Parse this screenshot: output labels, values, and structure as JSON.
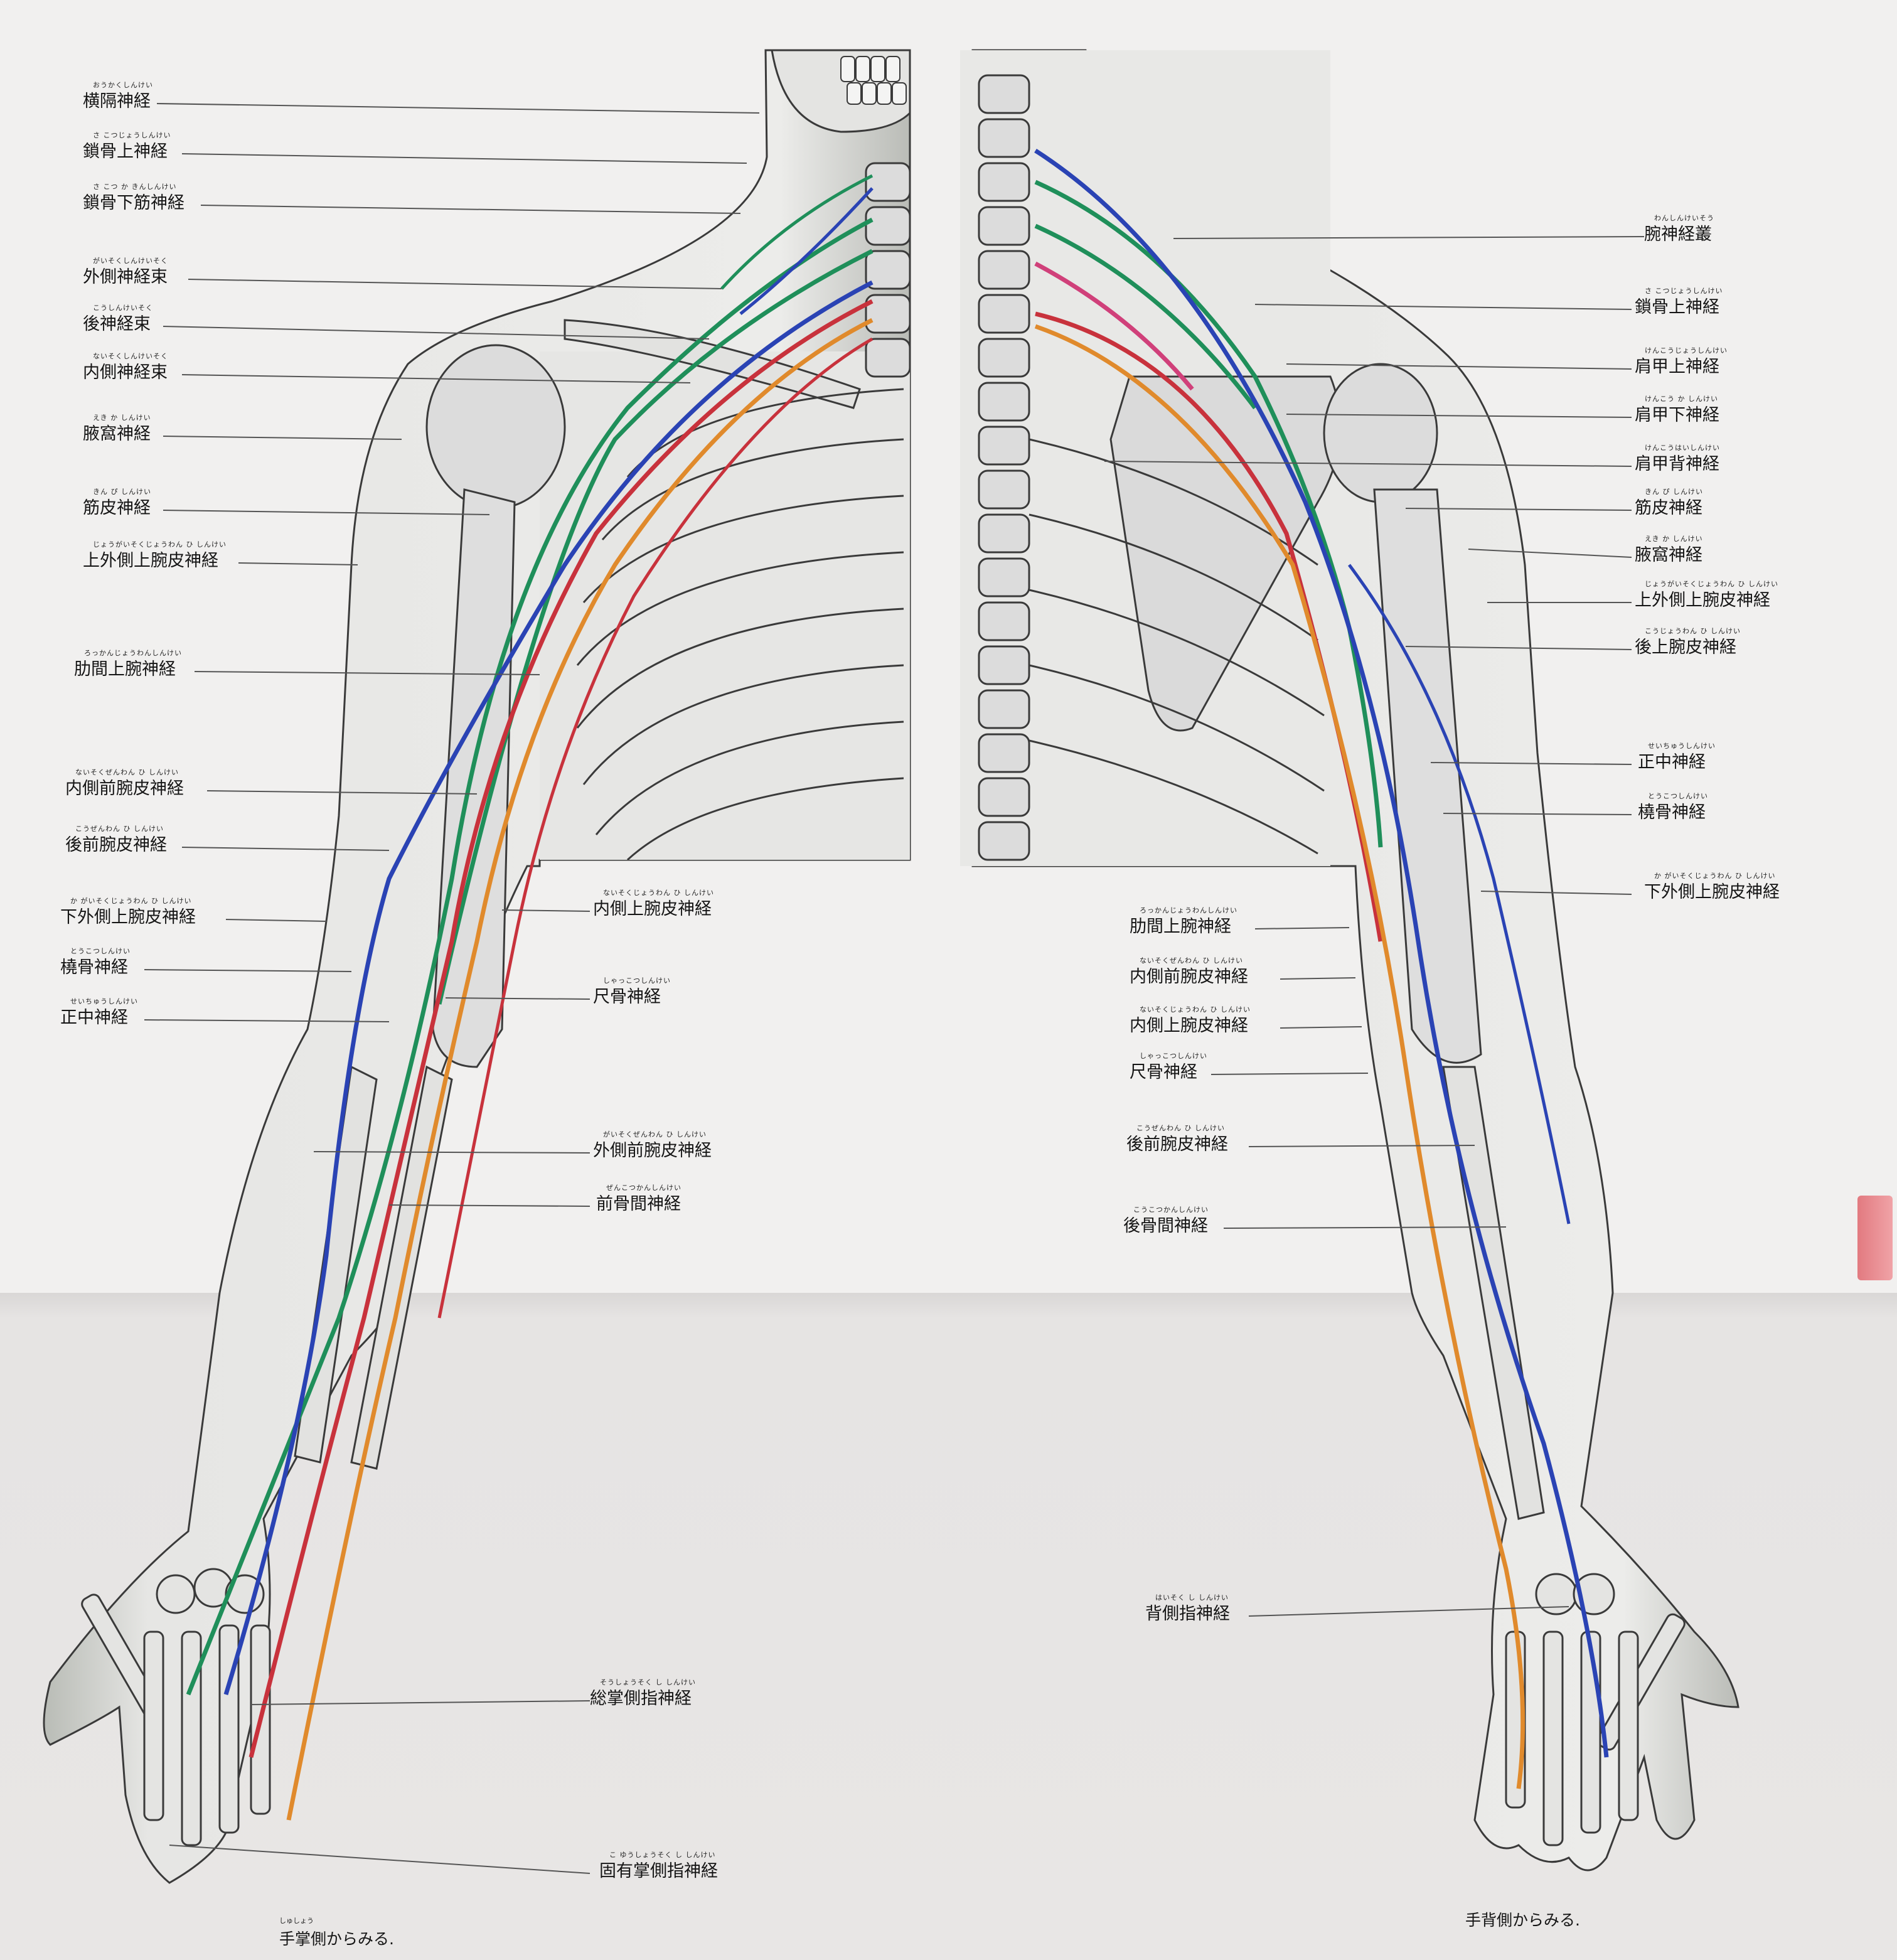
{
  "captions": {
    "palmar": {
      "ruby": "しゅしょう",
      "text": "手掌側からみる."
    },
    "dorsal": {
      "text": "手背側からみる."
    }
  },
  "labels": {
    "left": [
      {
        "id": "phrenic",
        "ruby": "おうかくしんけい",
        "text": "横隔神経"
      },
      {
        "id": "supraclavicular",
        "ruby": "さ こつじょうしんけい",
        "text": "鎖骨上神経"
      },
      {
        "id": "subclavian",
        "ruby": "さ こつ か きんしんけい",
        "text": "鎖骨下筋神経"
      },
      {
        "id": "lateral-cord",
        "ruby": "がいそくしんけいそく",
        "text": "外側神経束"
      },
      {
        "id": "posterior-cord",
        "ruby": "こうしんけいそく",
        "text": "後神経束"
      },
      {
        "id": "medial-cord",
        "ruby": "ないそくしんけいそく",
        "text": "内側神経束"
      },
      {
        "id": "axillary",
        "ruby": "えき か しんけい",
        "text": "腋窩神経"
      },
      {
        "id": "musculocutaneous",
        "ruby": "きん ぴ しんけい",
        "text": "筋皮神経"
      },
      {
        "id": "upper-lateral-brachial-cutaneous",
        "ruby": "じょうがいそくじょうわん ひ しんけい",
        "text": "上外側上腕皮神経"
      },
      {
        "id": "intercostobrachial",
        "ruby": "ろっかんじょうわんしんけい",
        "text": "肋間上腕神経"
      },
      {
        "id": "medial-antebrachial-cutaneous",
        "ruby": "ないそくぜんわん ひ しんけい",
        "text": "内側前腕皮神経"
      },
      {
        "id": "posterior-antebrachial-cutaneous",
        "ruby": "こうぜんわん ひ しんけい",
        "text": "後前腕皮神経"
      },
      {
        "id": "lower-lateral-brachial-cutaneous",
        "ruby": "か がいそくじょうわん ひ しんけい",
        "text": "下外側上腕皮神経"
      },
      {
        "id": "radial",
        "ruby": "とうこつしんけい",
        "text": "橈骨神経"
      },
      {
        "id": "median",
        "ruby": "せいちゅうしんけい",
        "text": "正中神経"
      }
    ],
    "center-left": [
      {
        "id": "medial-brachial-cutaneous",
        "ruby": "ないそくじょうわん ひ しんけい",
        "text": "内側上腕皮神経"
      },
      {
        "id": "ulnar",
        "ruby": "しゃっこつしんけい",
        "text": "尺骨神経"
      },
      {
        "id": "lateral-antebrachial-cutaneous",
        "ruby": "がいそくぜんわん ひ しんけい",
        "text": "外側前腕皮神経"
      },
      {
        "id": "anterior-interosseous",
        "ruby": "ぜんこつかんしんけい",
        "text": "前骨間神経"
      },
      {
        "id": "common-palmar-digital",
        "ruby": "そうしょうそく し しんけい",
        "text": "総掌側指神経"
      },
      {
        "id": "proper-palmar-digital",
        "ruby": "こ ゆうしょうそく し しんけい",
        "text": "固有掌側指神経"
      }
    ],
    "center-right": [
      {
        "id": "intercostobrachial-r",
        "ruby": "ろっかんじょうわんしんけい",
        "text": "肋間上腕神経"
      },
      {
        "id": "medial-antebrachial-cutaneous-r",
        "ruby": "ないそくぜんわん ひ しんけい",
        "text": "内側前腕皮神経"
      },
      {
        "id": "medial-brachial-cutaneous-r",
        "ruby": "ないそくじょうわん ひ しんけい",
        "text": "内側上腕皮神経"
      },
      {
        "id": "ulnar-r",
        "ruby": "しゃっこつしんけい",
        "text": "尺骨神経"
      },
      {
        "id": "posterior-antebrachial-cutaneous-r",
        "ruby": "こうぜんわん ひ しんけい",
        "text": "後前腕皮神経"
      },
      {
        "id": "posterior-interosseous",
        "ruby": "こうこつかんしんけい",
        "text": "後骨間神経"
      },
      {
        "id": "dorsal-digital",
        "ruby": "はいそく し しんけい",
        "text": "背側指神経"
      }
    ],
    "right": [
      {
        "id": "brachial-plexus",
        "ruby": "わんしんけいそう",
        "text": "腕神経叢"
      },
      {
        "id": "supraclavicular-r",
        "ruby": "さ こつじょうしんけい",
        "text": "鎖骨上神経"
      },
      {
        "id": "suprascapular",
        "ruby": "けんこうじょうしんけい",
        "text": "肩甲上神経"
      },
      {
        "id": "subscapular",
        "ruby": "けんこう か しんけい",
        "text": "肩甲下神経"
      },
      {
        "id": "dorsal-scapular",
        "ruby": "けんこうはいしんけい",
        "text": "肩甲背神経"
      },
      {
        "id": "musculocutaneous-r",
        "ruby": "きん ぴ しんけい",
        "text": "筋皮神経"
      },
      {
        "id": "axillary-r",
        "ruby": "えき か しんけい",
        "text": "腋窩神経"
      },
      {
        "id": "upper-lateral-brachial-cutaneous-r",
        "ruby": "じょうがいそくじょうわん ひ しんけい",
        "text": "上外側上腕皮神経"
      },
      {
        "id": "posterior-brachial-cutaneous",
        "ruby": "こうじょうわん ひ しんけい",
        "text": "後上腕皮神経"
      },
      {
        "id": "median-r",
        "ruby": "せいちゅうしんけい",
        "text": "正中神経"
      },
      {
        "id": "radial-r",
        "ruby": "とうこつしんけい",
        "text": "橈骨神経"
      },
      {
        "id": "lower-lateral-brachial-cutaneous-r",
        "ruby": "か がいそくじょうわん ひ しんけい",
        "text": "下外側上腕皮神経"
      }
    ]
  },
  "colors": {
    "nerve_green": "#1f8f5a",
    "nerve_blue": "#2a43b4",
    "nerve_red": "#c8323c",
    "nerve_orange": "#e08a2c",
    "nerve_pink": "#d0407a",
    "bone_fill": "#dcdcdc",
    "outline": "#3a3a3a",
    "tab_accent": "#e8888d"
  }
}
